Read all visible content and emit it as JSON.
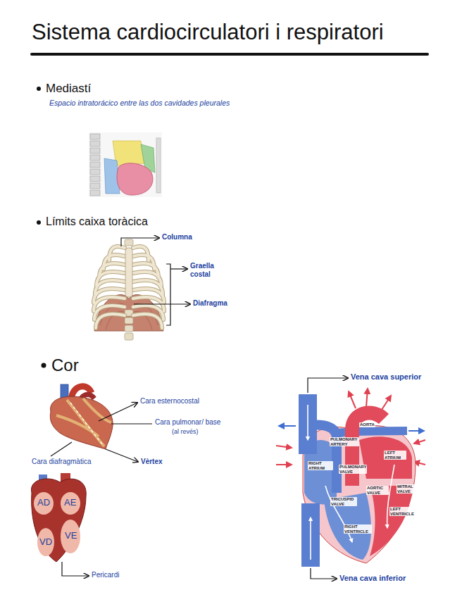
{
  "diagram": {
    "title": "Sistema cardiocirculatori i respiratori",
    "labels": [
      "Mediastí",
      "Espacio intratorácico entre las dos cavidades pleurales",
      "Límits caixa toràcica",
      "Columna",
      "Graella costal",
      "Diafragma",
      "Cor",
      "Cara esternocostal",
      "Cara pulmonar/ base",
      "(al revés)",
      "Cara diafragmàtica",
      "Vèrtex",
      "AD",
      "AE",
      "VD",
      "VE",
      "Pericardi",
      "Vena cava superior",
      "Vena cava inferior",
      "AORTA",
      "PULMONARY ARTERY",
      "LEFT ATRIUM",
      "RIGHT ATRIUM",
      "PULMONARY VALVE",
      "MITRAL VALVE",
      "AORTIC VALVE",
      "TRICUSPID VALVE",
      "LEFT VENTRICLE",
      "RIGHT VENTRICLE"
    ]
  }
}
